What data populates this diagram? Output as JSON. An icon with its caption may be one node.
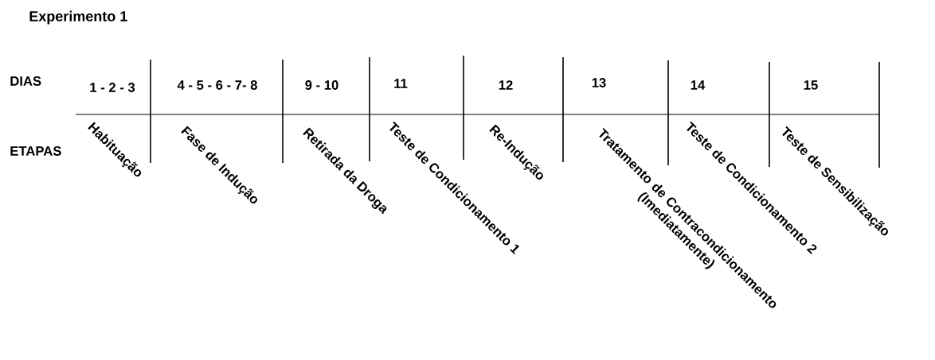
{
  "diagram": {
    "title": "Experimento 1",
    "labels": [
      "DIAS",
      "1 - 2 - 3",
      "4 - 5 - 6 - 7- 8",
      "9 - 10",
      "11",
      "12",
      "13",
      "14",
      "15",
      "ETAPAS",
      "Habituação",
      "Fase de Indução",
      "Retirada da Droga",
      "Teste de Condicionamento 1",
      "Re-Indução",
      "Tratamento de Contracondicionamento (Imediatamente)",
      "Teste de Condicionamento 2",
      "Teste de Sensibilização"
    ]
  }
}
